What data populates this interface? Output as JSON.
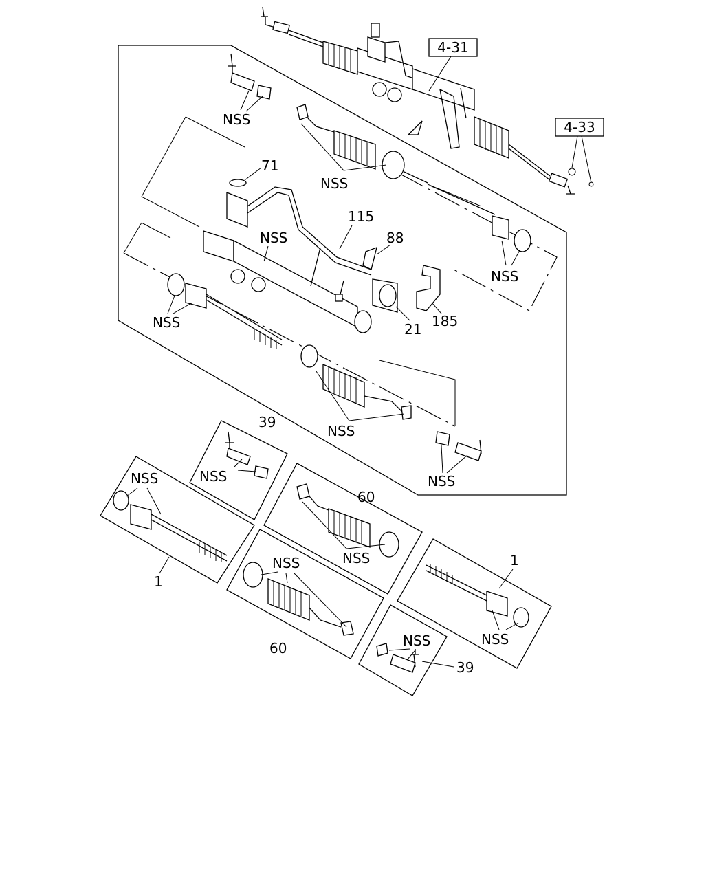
{
  "diagram": {
    "refs": {
      "ref_4_31": "4-31",
      "ref_4_33": "4-33"
    },
    "labels": {
      "nss_upper_left": "NSS",
      "nss_upper_boot": "NSS",
      "part_71": "71",
      "part_115": "115",
      "part_88": "88",
      "nss_housing": "NSS",
      "nss_right_seal": "NSS",
      "nss_left_seal": "NSS",
      "part_21": "21",
      "part_185": "185",
      "nss_lower_boot": "NSS",
      "part_39_top": "39",
      "nss_39_top": "NSS",
      "nss_lower_tierod": "NSS",
      "nss_kit1_left": "NSS",
      "part_60_top": "60",
      "nss_60_top": "NSS",
      "part_1_left": "1",
      "nss_60_bottom": "NSS",
      "part_1_right": "1",
      "nss_kit1_right": "NSS",
      "part_60_bottom": "60",
      "nss_39_bottom": "NSS",
      "part_39_bottom": "39"
    }
  }
}
